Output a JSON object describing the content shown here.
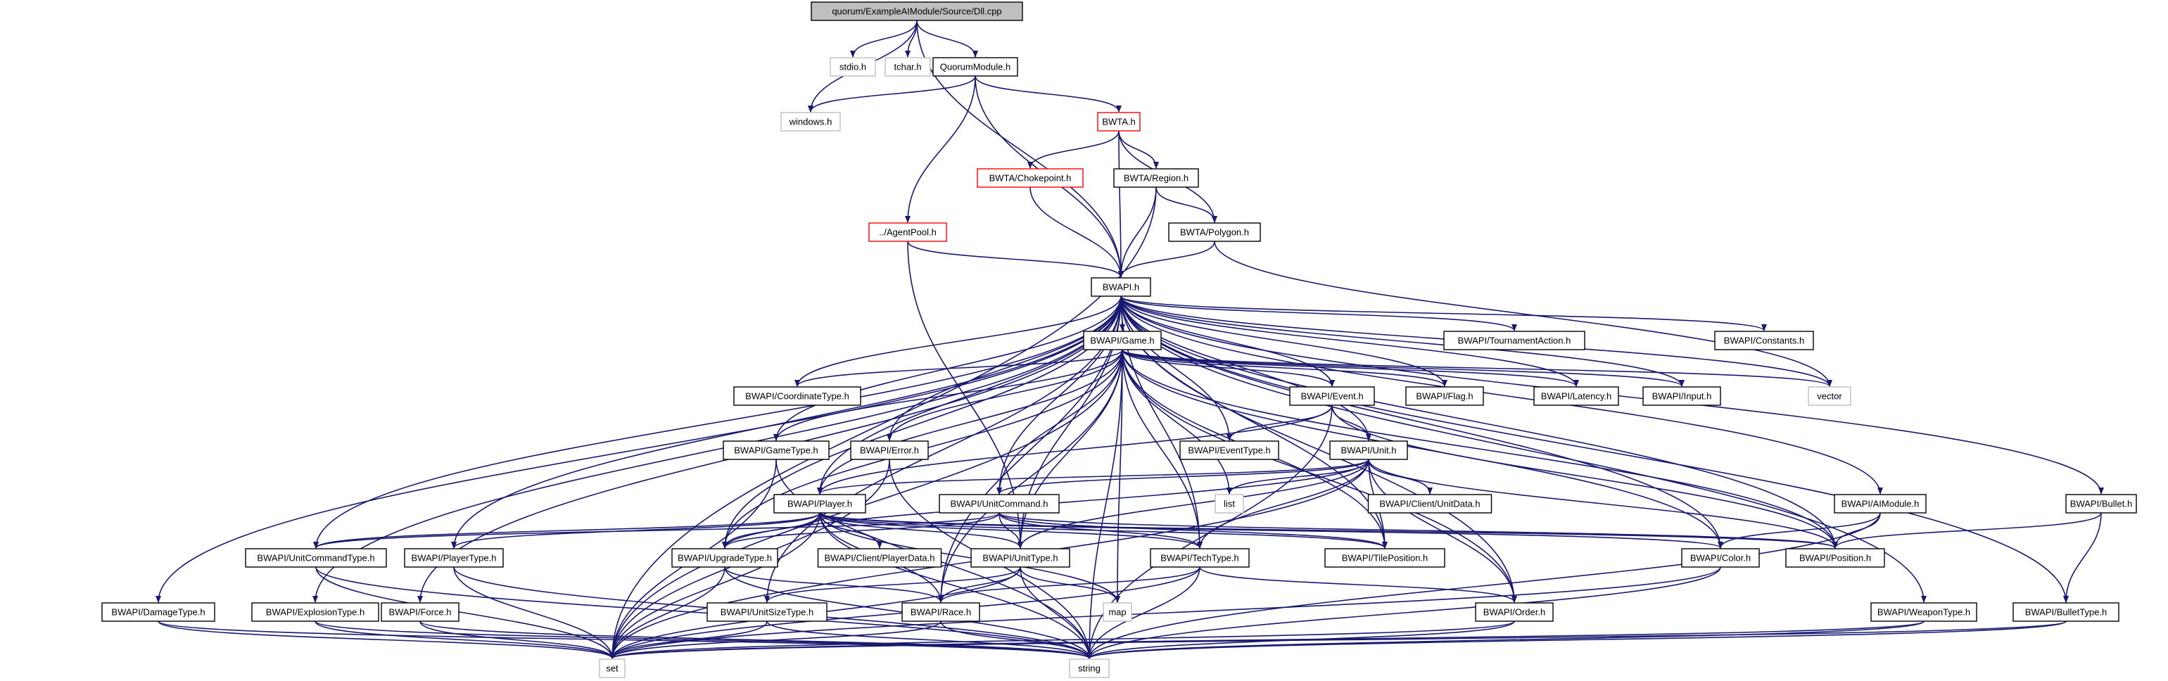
{
  "graph": {
    "colors": {
      "edge": "#191970",
      "root_fill": "#bfbfbf",
      "normal_border": "#000000",
      "truncated_border": "#ff0000",
      "external_border": "#bfbfbf"
    },
    "nodes": [
      {
        "id": "root",
        "label": "quorum/ExampleAIModule/Source/Dll.cpp",
        "kind": "root"
      },
      {
        "id": "stdio",
        "label": "stdio.h",
        "kind": "external"
      },
      {
        "id": "tchar",
        "label": "tchar.h",
        "kind": "external"
      },
      {
        "id": "quorum",
        "label": "QuorumModule.h",
        "kind": "normal"
      },
      {
        "id": "windows",
        "label": "windows.h",
        "kind": "external"
      },
      {
        "id": "bwta",
        "label": "BWTA.h",
        "kind": "truncated"
      },
      {
        "id": "choke",
        "label": "BWTA/Chokepoint.h",
        "kind": "truncated"
      },
      {
        "id": "region",
        "label": "BWTA/Region.h",
        "kind": "normal"
      },
      {
        "id": "agentpool",
        "label": "../AgentPool.h",
        "kind": "truncated"
      },
      {
        "id": "polygon",
        "label": "BWTA/Polygon.h",
        "kind": "normal"
      },
      {
        "id": "bwapi",
        "label": "BWAPI.h",
        "kind": "normal"
      },
      {
        "id": "game",
        "label": "BWAPI/Game.h",
        "kind": "normal"
      },
      {
        "id": "tournament",
        "label": "BWAPI/TournamentAction.h",
        "kind": "normal"
      },
      {
        "id": "constants",
        "label": "BWAPI/Constants.h",
        "kind": "normal"
      },
      {
        "id": "coord",
        "label": "BWAPI/CoordinateType.h",
        "kind": "normal"
      },
      {
        "id": "flag",
        "label": "BWAPI/Flag.h",
        "kind": "normal"
      },
      {
        "id": "latency",
        "label": "BWAPI/Latency.h",
        "kind": "normal"
      },
      {
        "id": "input",
        "label": "BWAPI/Input.h",
        "kind": "normal"
      },
      {
        "id": "vector",
        "label": "vector",
        "kind": "external"
      },
      {
        "id": "gametype",
        "label": "BWAPI/GameType.h",
        "kind": "normal"
      },
      {
        "id": "error",
        "label": "BWAPI/Error.h",
        "kind": "normal"
      },
      {
        "id": "event",
        "label": "BWAPI/Event.h",
        "kind": "normal"
      },
      {
        "id": "eventtype",
        "label": "BWAPI/EventType.h",
        "kind": "normal"
      },
      {
        "id": "unit",
        "label": "BWAPI/Unit.h",
        "kind": "normal"
      },
      {
        "id": "list",
        "label": "list",
        "kind": "external"
      },
      {
        "id": "clientunit",
        "label": "BWAPI/Client/UnitData.h",
        "kind": "normal"
      },
      {
        "id": "player",
        "label": "BWAPI/Player.h",
        "kind": "normal"
      },
      {
        "id": "unitcmd",
        "label": "BWAPI/UnitCommand.h",
        "kind": "normal"
      },
      {
        "id": "aimodule",
        "label": "BWAPI/AIModule.h",
        "kind": "normal"
      },
      {
        "id": "bullet",
        "label": "BWAPI/Bullet.h",
        "kind": "normal"
      },
      {
        "id": "unitcmdtype",
        "label": "BWAPI/UnitCommandType.h",
        "kind": "normal"
      },
      {
        "id": "playertype",
        "label": "BWAPI/PlayerType.h",
        "kind": "normal"
      },
      {
        "id": "upgrade",
        "label": "BWAPI/UpgradeType.h",
        "kind": "normal"
      },
      {
        "id": "clientplayer",
        "label": "BWAPI/Client/PlayerData.h",
        "kind": "normal"
      },
      {
        "id": "unittype",
        "label": "BWAPI/UnitType.h",
        "kind": "normal"
      },
      {
        "id": "techtype",
        "label": "BWAPI/TechType.h",
        "kind": "normal"
      },
      {
        "id": "tilepos",
        "label": "BWAPI/TilePosition.h",
        "kind": "normal"
      },
      {
        "id": "color",
        "label": "BWAPI/Color.h",
        "kind": "normal"
      },
      {
        "id": "position",
        "label": "BWAPI/Position.h",
        "kind": "normal"
      },
      {
        "id": "damage",
        "label": "BWAPI/DamageType.h",
        "kind": "normal"
      },
      {
        "id": "explosion",
        "label": "BWAPI/ExplosionType.h",
        "kind": "normal"
      },
      {
        "id": "force",
        "label": "BWAPI/Force.h",
        "kind": "normal"
      },
      {
        "id": "unitsize",
        "label": "BWAPI/UnitSizeType.h",
        "kind": "normal"
      },
      {
        "id": "race",
        "label": "BWAPI/Race.h",
        "kind": "normal"
      },
      {
        "id": "map",
        "label": "map",
        "kind": "external"
      },
      {
        "id": "order",
        "label": "BWAPI/Order.h",
        "kind": "normal"
      },
      {
        "id": "weapon",
        "label": "BWAPI/WeaponType.h",
        "kind": "normal"
      },
      {
        "id": "bullettype",
        "label": "BWAPI/BulletType.h",
        "kind": "normal"
      },
      {
        "id": "set",
        "label": "set",
        "kind": "external"
      },
      {
        "id": "string",
        "label": "string",
        "kind": "external"
      }
    ],
    "edges": [
      [
        "root",
        "stdio"
      ],
      [
        "root",
        "tchar"
      ],
      [
        "root",
        "quorum"
      ],
      [
        "root",
        "windows"
      ],
      [
        "root",
        "bwapi"
      ],
      [
        "quorum",
        "windows"
      ],
      [
        "quorum",
        "bwta"
      ],
      [
        "quorum",
        "agentpool"
      ],
      [
        "quorum",
        "bwapi"
      ],
      [
        "bwta",
        "choke"
      ],
      [
        "bwta",
        "region"
      ],
      [
        "bwta",
        "polygon"
      ],
      [
        "bwta",
        "bwapi"
      ],
      [
        "choke",
        "bwapi"
      ],
      [
        "region",
        "set"
      ],
      [
        "region",
        "polygon"
      ],
      [
        "region",
        "bwapi"
      ],
      [
        "polygon",
        "bwapi"
      ],
      [
        "polygon",
        "vector"
      ],
      [
        "agentpool",
        "bwapi"
      ],
      [
        "agentpool",
        "unittype"
      ],
      [
        "bwapi",
        "game"
      ],
      [
        "bwapi",
        "tournament"
      ],
      [
        "bwapi",
        "constants"
      ],
      [
        "bwapi",
        "coord"
      ],
      [
        "bwapi",
        "flag"
      ],
      [
        "bwapi",
        "latency"
      ],
      [
        "bwapi",
        "input"
      ],
      [
        "bwapi",
        "vector"
      ],
      [
        "bwapi",
        "gametype"
      ],
      [
        "bwapi",
        "error"
      ],
      [
        "bwapi",
        "event"
      ],
      [
        "bwapi",
        "eventtype"
      ],
      [
        "bwapi",
        "unit"
      ],
      [
        "bwapi",
        "player"
      ],
      [
        "bwapi",
        "unitcmd"
      ],
      [
        "bwapi",
        "aimodule"
      ],
      [
        "bwapi",
        "bullet"
      ],
      [
        "bwapi",
        "unitcmdtype"
      ],
      [
        "bwapi",
        "playertype"
      ],
      [
        "bwapi",
        "upgrade"
      ],
      [
        "bwapi",
        "unittype"
      ],
      [
        "bwapi",
        "techtype"
      ],
      [
        "bwapi",
        "tilepos"
      ],
      [
        "bwapi",
        "color"
      ],
      [
        "bwapi",
        "position"
      ],
      [
        "bwapi",
        "damage"
      ],
      [
        "bwapi",
        "explosion"
      ],
      [
        "bwapi",
        "force"
      ],
      [
        "bwapi",
        "race"
      ],
      [
        "bwapi",
        "order"
      ],
      [
        "bwapi",
        "weapon"
      ],
      [
        "bwapi",
        "bullettype"
      ],
      [
        "bwapi",
        "unitsize"
      ],
      [
        "game",
        "coord"
      ],
      [
        "game",
        "flag"
      ],
      [
        "game",
        "latency"
      ],
      [
        "game",
        "input"
      ],
      [
        "game",
        "vector"
      ],
      [
        "game",
        "gametype"
      ],
      [
        "game",
        "error"
      ],
      [
        "game",
        "event"
      ],
      [
        "game",
        "list"
      ],
      [
        "game",
        "set"
      ],
      [
        "game",
        "string"
      ],
      [
        "game",
        "map"
      ],
      [
        "game",
        "color"
      ],
      [
        "game",
        "position"
      ],
      [
        "game",
        "tilepos"
      ],
      [
        "game",
        "unittype"
      ],
      [
        "game",
        "techtype"
      ],
      [
        "game",
        "upgrade"
      ],
      [
        "game",
        "race"
      ],
      [
        "game",
        "order"
      ],
      [
        "game",
        "player"
      ],
      [
        "game",
        "unitcmd"
      ],
      [
        "event",
        "eventtype"
      ],
      [
        "event",
        "unit"
      ],
      [
        "event",
        "position"
      ],
      [
        "event",
        "player"
      ],
      [
        "event",
        "string"
      ],
      [
        "unit",
        "list"
      ],
      [
        "unit",
        "clientunit"
      ],
      [
        "unit",
        "player"
      ],
      [
        "unit",
        "unitcmd"
      ],
      [
        "unit",
        "unittype"
      ],
      [
        "unit",
        "techtype"
      ],
      [
        "unit",
        "upgrade"
      ],
      [
        "unit",
        "tilepos"
      ],
      [
        "unit",
        "position"
      ],
      [
        "unit",
        "order"
      ],
      [
        "unit",
        "set"
      ],
      [
        "gametype",
        "string"
      ],
      [
        "gametype",
        "set"
      ],
      [
        "error",
        "string"
      ],
      [
        "error",
        "set"
      ],
      [
        "player",
        "unitcmdtype"
      ],
      [
        "player",
        "playertype"
      ],
      [
        "player",
        "upgrade"
      ],
      [
        "player",
        "clientplayer"
      ],
      [
        "player",
        "unittype"
      ],
      [
        "player",
        "techtype"
      ],
      [
        "player",
        "race"
      ],
      [
        "player",
        "tilepos"
      ],
      [
        "player",
        "position"
      ],
      [
        "player",
        "color"
      ],
      [
        "player",
        "set"
      ],
      [
        "player",
        "string"
      ],
      [
        "player",
        "map"
      ],
      [
        "unitcmd",
        "unitcmdtype"
      ],
      [
        "unitcmd",
        "unittype"
      ],
      [
        "unitcmd",
        "techtype"
      ],
      [
        "unitcmd",
        "upgrade"
      ],
      [
        "unitcmd",
        "tilepos"
      ],
      [
        "unitcmd",
        "position"
      ],
      [
        "aimodule",
        "color"
      ],
      [
        "aimodule",
        "position"
      ],
      [
        "aimodule",
        "string"
      ],
      [
        "bullet",
        "position"
      ],
      [
        "bullet",
        "bullettype"
      ],
      [
        "unitcmdtype",
        "set"
      ],
      [
        "unitcmdtype",
        "string"
      ],
      [
        "playertype",
        "set"
      ],
      [
        "playertype",
        "string"
      ],
      [
        "upgrade",
        "set"
      ],
      [
        "upgrade",
        "string"
      ],
      [
        "upgrade",
        "race"
      ],
      [
        "unittype",
        "set"
      ],
      [
        "unittype",
        "string"
      ],
      [
        "unittype",
        "map"
      ],
      [
        "unittype",
        "race"
      ],
      [
        "unittype",
        "unitsize"
      ],
      [
        "techtype",
        "set"
      ],
      [
        "techtype",
        "string"
      ],
      [
        "techtype",
        "race"
      ],
      [
        "techtype",
        "order"
      ],
      [
        "color",
        "set"
      ],
      [
        "color",
        "string"
      ],
      [
        "damage",
        "set"
      ],
      [
        "damage",
        "string"
      ],
      [
        "explosion",
        "set"
      ],
      [
        "explosion",
        "string"
      ],
      [
        "force",
        "set"
      ],
      [
        "force",
        "string"
      ],
      [
        "unitsize",
        "set"
      ],
      [
        "unitsize",
        "string"
      ],
      [
        "race",
        "set"
      ],
      [
        "race",
        "string"
      ],
      [
        "order",
        "set"
      ],
      [
        "order",
        "string"
      ],
      [
        "weapon",
        "set"
      ],
      [
        "weapon",
        "string"
      ],
      [
        "bullettype",
        "set"
      ],
      [
        "bullettype",
        "string"
      ]
    ]
  }
}
